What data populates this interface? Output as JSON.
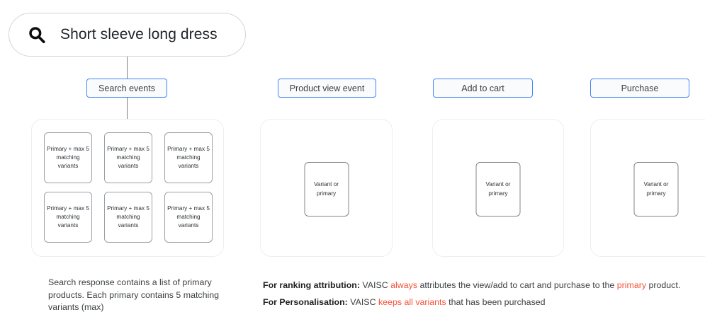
{
  "search": {
    "icon": "search-icon",
    "query": "Short sleeve long dress"
  },
  "events": {
    "search_label": "Search events",
    "product_view_label": "Product view event",
    "add_to_cart_label": "Add to cart",
    "purchase_label": "Purchase"
  },
  "search_panel": {
    "cards": [
      "Primary + max 5 matching variants",
      "Primary + max 5 matching variants",
      "Primary + max 5 matching variants",
      "Primary + max 5 matching variants",
      "Primary + max 5 matching variants",
      "Primary + max 5 matching variants"
    ]
  },
  "variant_card_label": "Variant or primary",
  "captions": {
    "left": "Search response contains a list of primary products. Each primary contains 5 matching variants (max)",
    "ranking": {
      "lead": "For ranking attribution:",
      "part1": " VAISC ",
      "highlight1": "always",
      "part2": " attributes the view/add to cart and purchase to the ",
      "highlight2": "primary",
      "part3": " product."
    },
    "personalisation": {
      "lead": "For Personalisation:",
      "part1": " VAISC ",
      "highlight1": "keeps all variants",
      "part2": " that has been purchased"
    }
  },
  "colors": {
    "accent_blue": "#4285f4",
    "accent_red": "#f4523b",
    "text": "#3c4043",
    "panel_border": "#eceef0",
    "card_border": "#9aa0a6"
  }
}
